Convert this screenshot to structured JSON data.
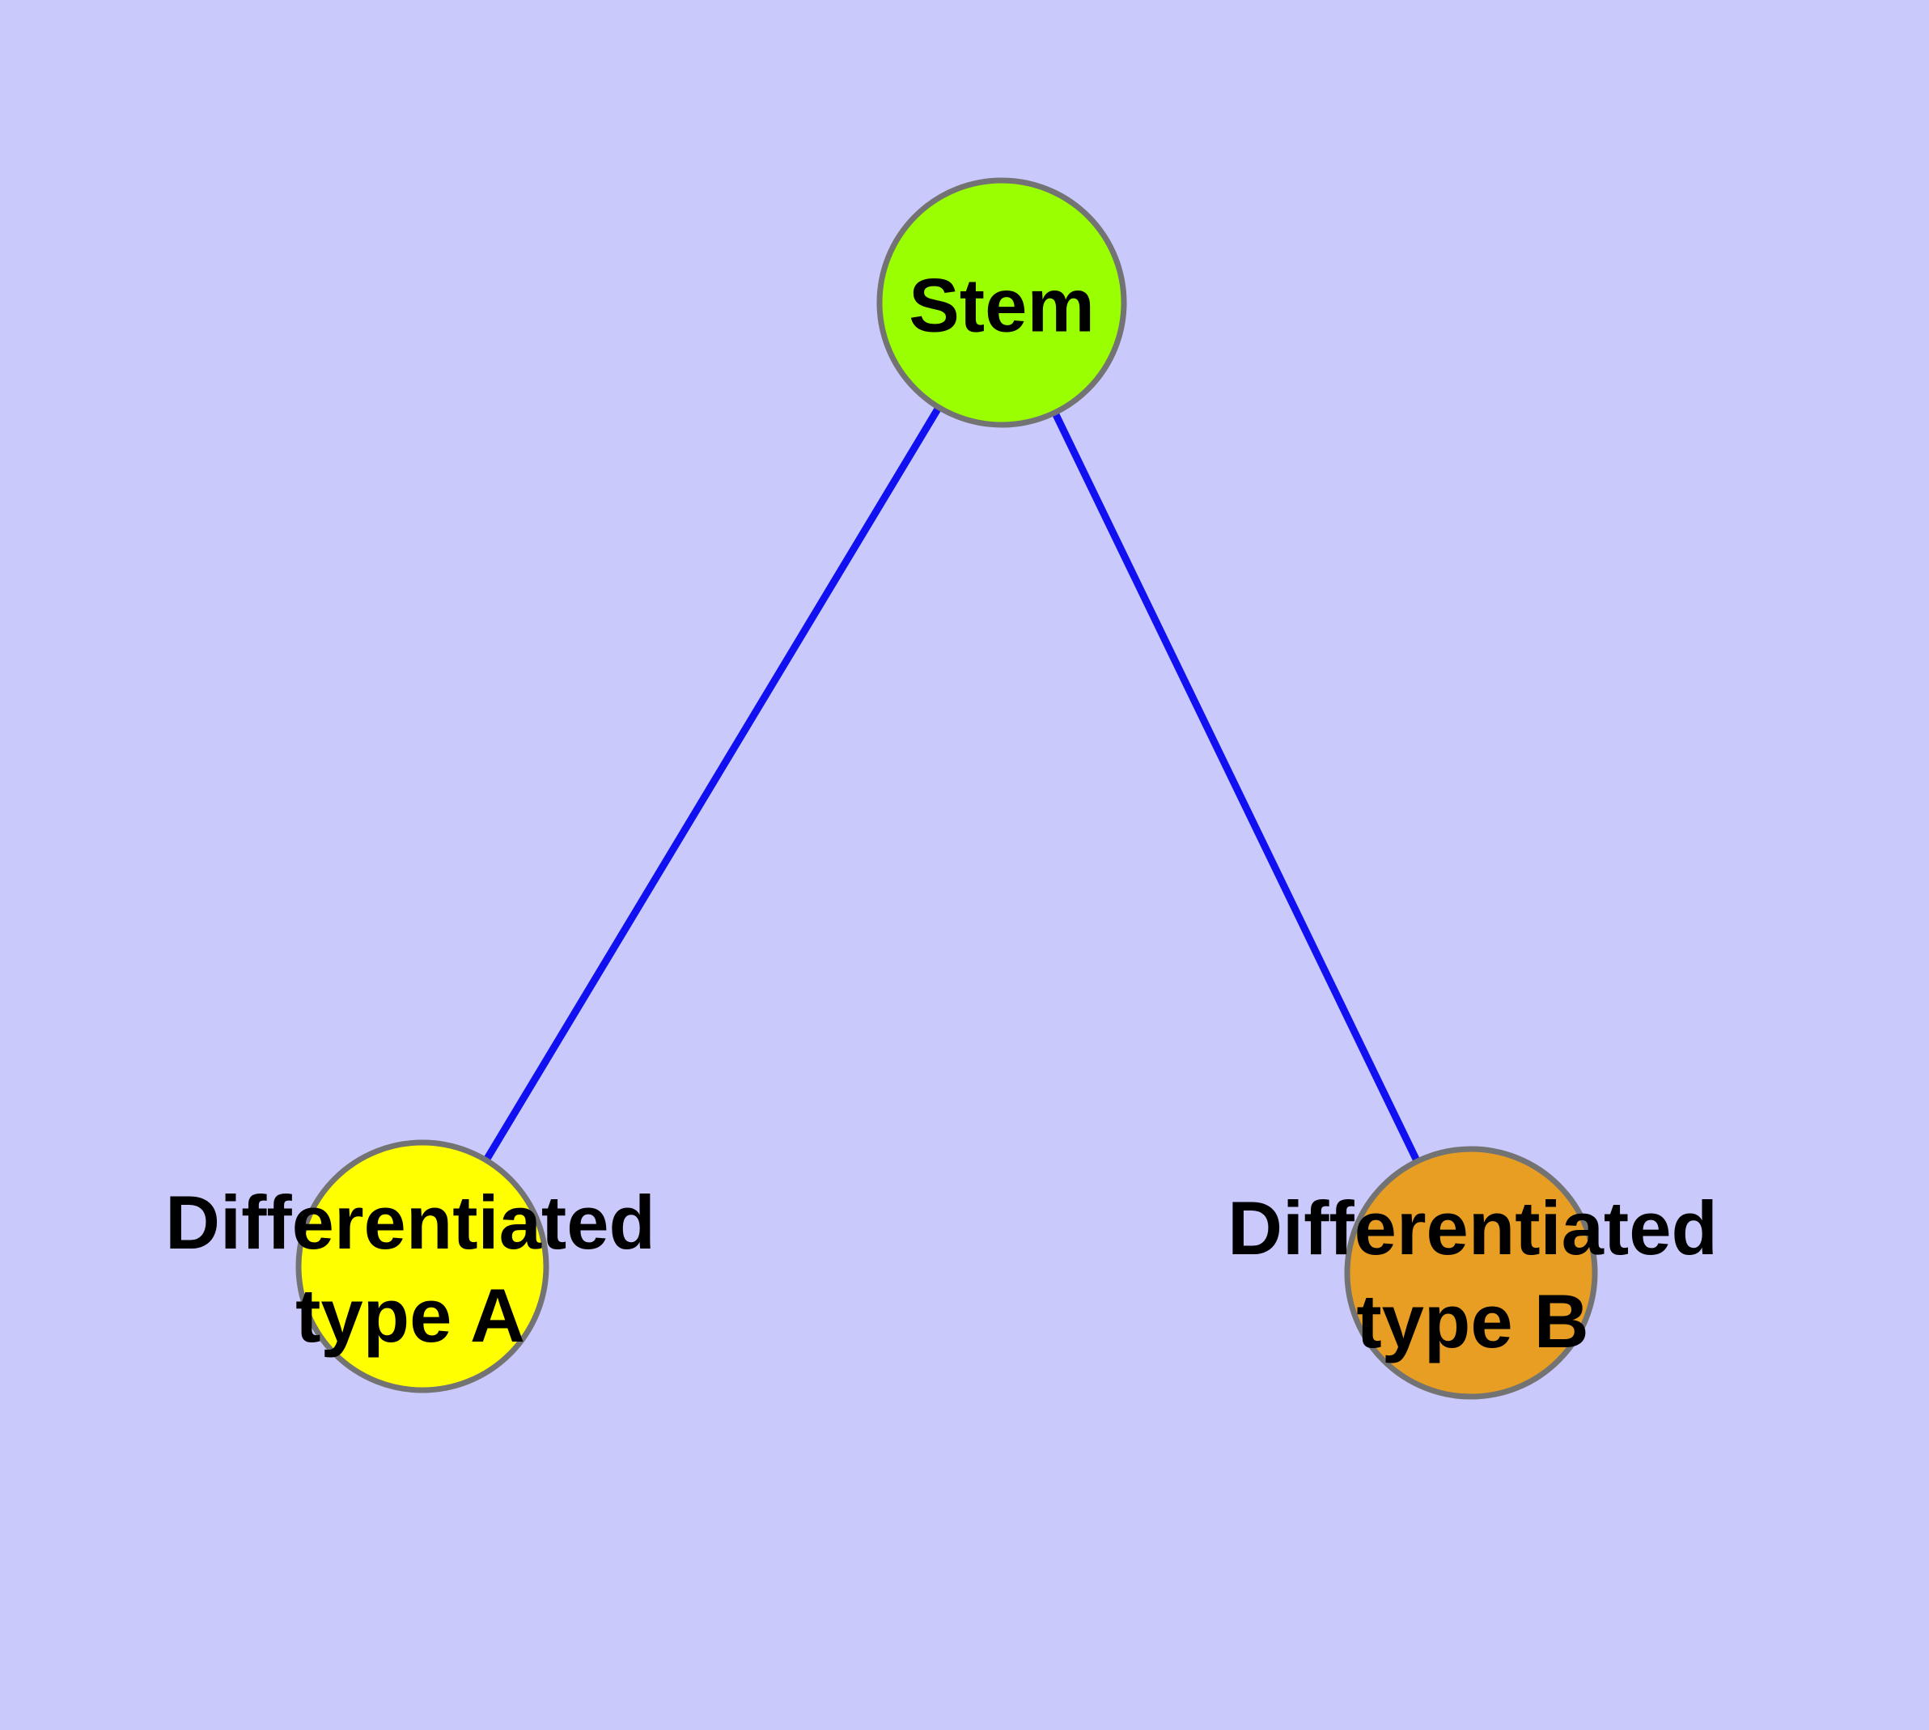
{
  "diagram": {
    "background_color": "#C9C9FB",
    "edge_color": "#1010F0",
    "node_border_color": "#737373",
    "label_color": "#000000",
    "nodes": {
      "stem": {
        "label": "Stem",
        "color": "#9AFF00"
      },
      "type_a": {
        "label_line1": "Differentiated",
        "label_line2": "type A",
        "color": "#FFFF00"
      },
      "type_b": {
        "label_line1": "Differentiated",
        "label_line2": "type B",
        "color": "#E89E23"
      }
    },
    "edges": [
      {
        "from": "Stem",
        "to": "Differentiated type A"
      },
      {
        "from": "Stem",
        "to": "Differentiated type B"
      }
    ]
  }
}
